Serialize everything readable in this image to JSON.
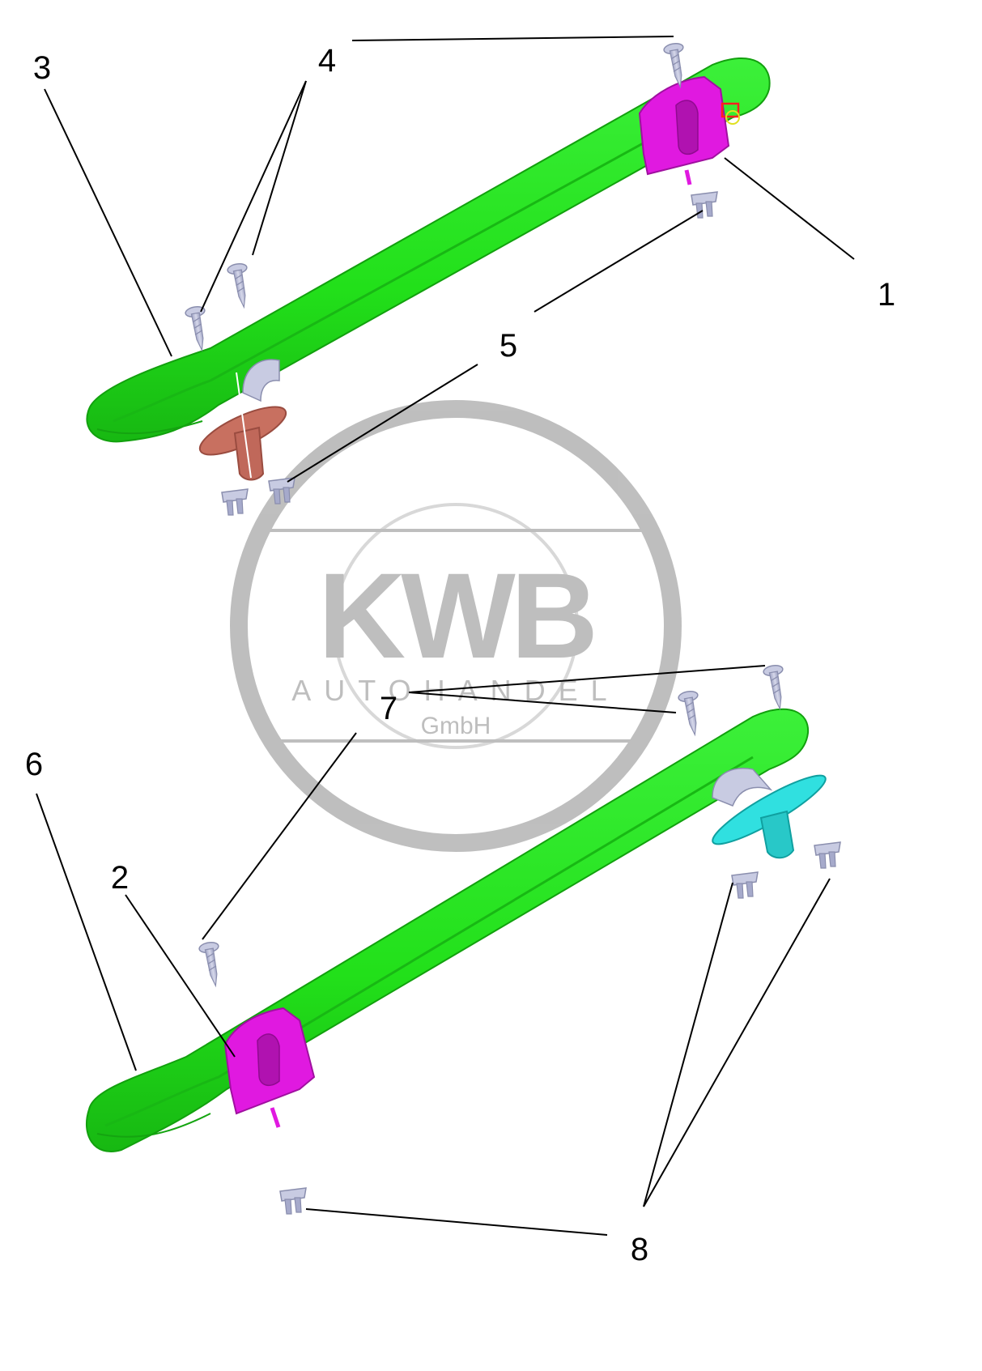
{
  "callouts": {
    "c1": "1",
    "c2": "2",
    "c3": "3",
    "c4": "4",
    "c5": "5",
    "c6": "6",
    "c7": "7",
    "c8": "8"
  },
  "watermark": {
    "logo": "KWB",
    "line1": "AUTOHANDEL",
    "line2": "GmbH"
  },
  "colors": {
    "handle": "#22e01a",
    "handle_dark": "#14a80e",
    "bracket": "#e019e0",
    "screw": "#b5b8d6",
    "clip_upper": "#c87060",
    "clip_lower": "#30e0e0",
    "watermark": "#b8b8b8"
  }
}
